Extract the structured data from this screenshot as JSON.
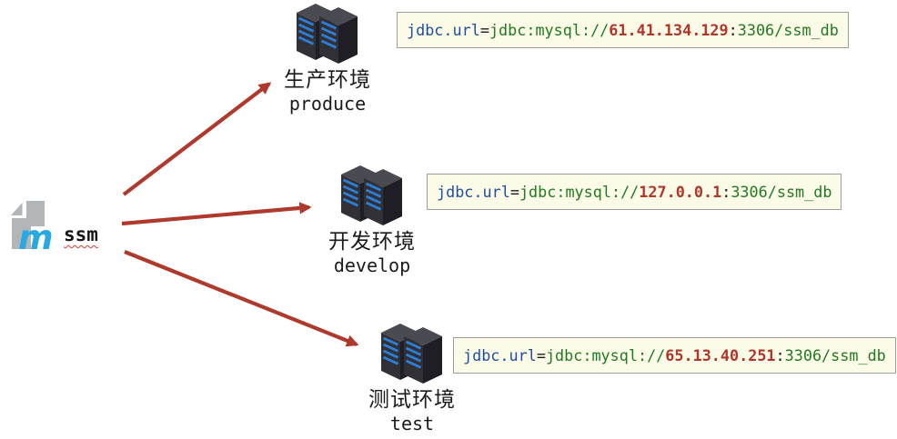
{
  "source": {
    "label": "ssm"
  },
  "environments": [
    {
      "name_zh": "生产环境",
      "name_en": "produce",
      "url": {
        "key": "jdbc.url",
        "eq": "=",
        "proto": "jdbc:mysql://",
        "ip": "61.41.134.129",
        "sep": ":",
        "tail": "3306/ssm_db"
      }
    },
    {
      "name_zh": "开发环境",
      "name_en": "develop",
      "url": {
        "key": "jdbc.url",
        "eq": "=",
        "proto": "jdbc:mysql://",
        "ip": "127.0.0.1",
        "sep": ":",
        "tail": "3306/ssm_db"
      }
    },
    {
      "name_zh": "测试环境",
      "name_en": "test",
      "url": {
        "key": "jdbc.url",
        "eq": "=",
        "proto": "jdbc:mysql://",
        "ip": "65.13.40.251",
        "sep": ":",
        "tail": "3306/ssm_db"
      }
    }
  ],
  "colors": {
    "arrow": "#b0392e",
    "url_key": "#1f4f9e",
    "url_val": "#217a21",
    "url_ip": "#b13529",
    "box_bg": "#fbfbe8",
    "box_border": "#9e9e9e",
    "logo_gray": "#b2b6b9",
    "logo_blue": "#29a9e1"
  }
}
